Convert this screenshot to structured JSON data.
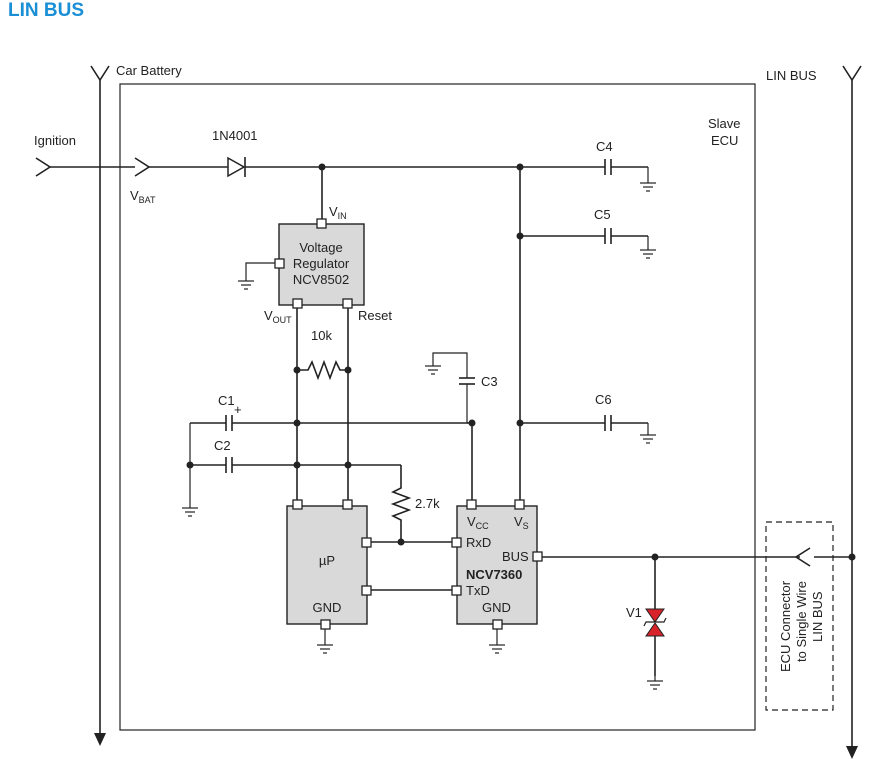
{
  "title": "LIN BUS",
  "labels": {
    "car_battery": "Car Battery",
    "lin_bus_top": "LIN BUS",
    "slave_ecu_1": "Slave",
    "slave_ecu_2": "ECU",
    "ignition": "Ignition",
    "diode": "1N4001",
    "vbat_main": "V",
    "vbat_sub": "BAT",
    "c1": "C1",
    "c1_plus": "+",
    "c2": "C2",
    "c3": "C3",
    "c4": "C4",
    "c5": "C5",
    "c6": "C6",
    "r10k": "10k",
    "r27k": "2.7k",
    "v1": "V1",
    "ecu_connector_1": "ECU Connector",
    "ecu_connector_2": "to Single Wire",
    "ecu_connector_3": "LIN BUS"
  },
  "regulator": {
    "line1": "Voltage",
    "line2": "Regulator",
    "line3": "NCV8502",
    "vin_main": "V",
    "vin_sub": "IN",
    "vout_main": "V",
    "vout_sub": "OUT",
    "reset": "Reset"
  },
  "micro": {
    "name": "µP",
    "gnd": "GND"
  },
  "transceiver": {
    "name": "NCV7360",
    "vcc_main": "V",
    "vcc_sub": "CC",
    "vs_main": "V",
    "vs_sub": "S",
    "rxd": "RxD",
    "txd": "TxD",
    "bus": "BUS",
    "gnd": "GND"
  }
}
